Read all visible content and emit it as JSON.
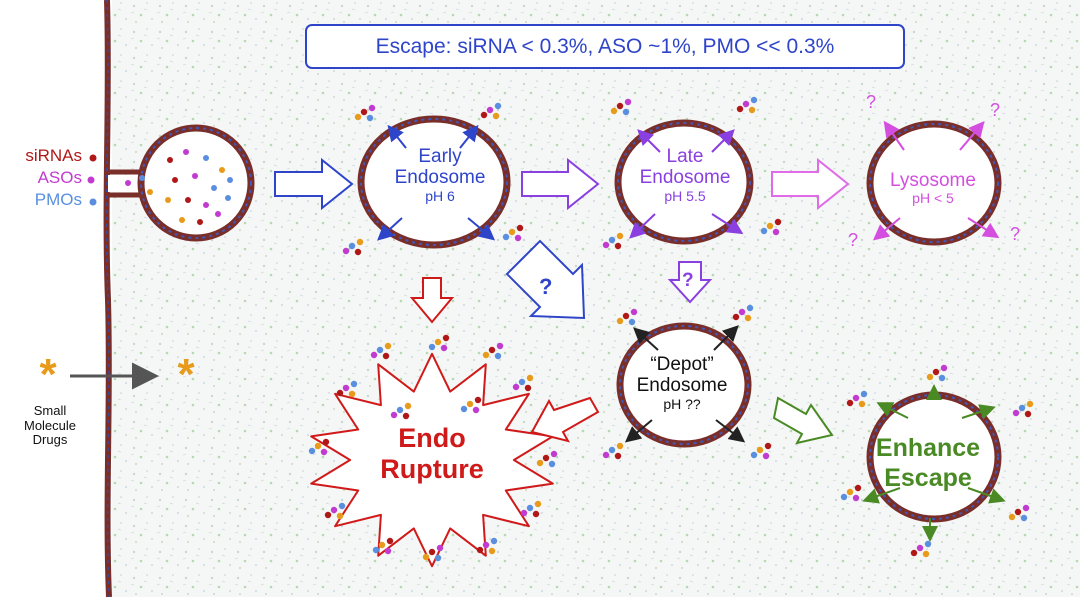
{
  "banner": "Escape: siRNA < 0.3%,  ASO ~1%,  PMO << 0.3%",
  "legend": {
    "sirna": "siRNAs",
    "aso": "ASOs",
    "pmo": "PMOs"
  },
  "small_molecule": {
    "l1": "Small",
    "l2": "Molecule",
    "l3": "Drugs"
  },
  "early": {
    "l1": "Early",
    "l2": "Endosome",
    "ph": "pH 6"
  },
  "late": {
    "l1": "Late",
    "l2": "Endosome",
    "ph": "pH 5.5"
  },
  "lysosome": {
    "l1": "Lysosome",
    "ph": "pH < 5"
  },
  "depot": {
    "l1": "“Depot”",
    "l2": "Endosome",
    "ph": "pH ??"
  },
  "rupture": {
    "l1": "Endo",
    "l2": "Rupture"
  },
  "enhance": {
    "l1": "Enhance",
    "l2": "Escape"
  },
  "unknown_mark": "?",
  "asterisk": "*",
  "colors": {
    "sirna": "#b01818",
    "aso": "#c23bd0",
    "pmo": "#5a8fe0",
    "blue": "#2f45c9",
    "purple": "#8a3fe0",
    "magenta": "#d44fe0",
    "red": "#d01a1a",
    "green": "#4a8a24",
    "orange": "#e89a1a",
    "black": "#222222"
  }
}
